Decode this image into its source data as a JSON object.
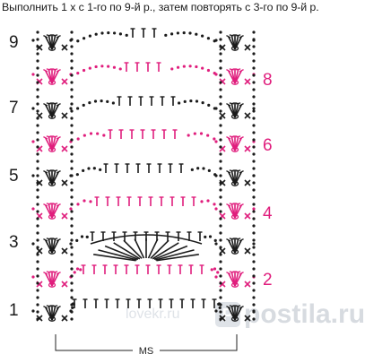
{
  "instruction": "Выполнить 1 х с 1-го по 9-й р., затем повторять с 3-го по 9-й р.",
  "row_labels": {
    "left": [
      "9",
      "7",
      "5",
      "3",
      "1"
    ],
    "right": [
      "8",
      "6",
      "4",
      "2"
    ]
  },
  "repeat_label": "MS",
  "watermark": "postila.ru",
  "watermark_small": "lovekr.ru",
  "colors": {
    "odd_rows": "#1b1b1b",
    "even_rows": "#e01e7d",
    "background": "#ffffff"
  }
}
